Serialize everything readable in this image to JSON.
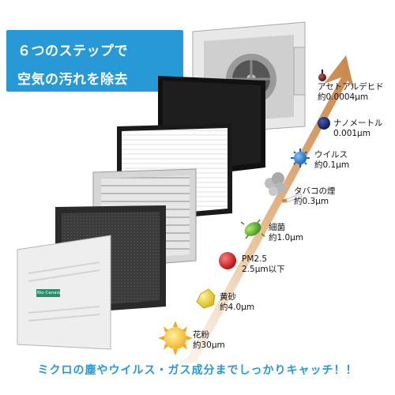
{
  "header": {
    "line1": "６つのステップで",
    "line2": "空気の汚れを除去"
  },
  "panel_brand": "Bio Canada",
  "particles": [
    {
      "name": "アセトアルデヒド",
      "size": "約0.0004μm",
      "color": "#7a1f1f"
    },
    {
      "name": "ナノメートル",
      "size": "0.001μm",
      "color": "#1c2a7a"
    },
    {
      "name": "ウイルス",
      "size": "約0.1μm",
      "color": "#2a78c8"
    },
    {
      "name": "タバコの煙",
      "size": "約0.3μm",
      "color": "#8a8a8a"
    },
    {
      "name": "細菌",
      "size": "約1.0μm",
      "color": "#4fa83a"
    },
    {
      "name": "PM2.5",
      "size": "2.5μm以下",
      "color": "#d21f1f"
    },
    {
      "name": "黄砂",
      "size": "約4.0μm",
      "color": "#e9d43a"
    },
    {
      "name": "花粉",
      "size": "約30μm",
      "color": "#f2b21c"
    }
  ],
  "caption": "ミクロの塵やウイルス・ガス成分までしっかりキャッチ！！"
}
